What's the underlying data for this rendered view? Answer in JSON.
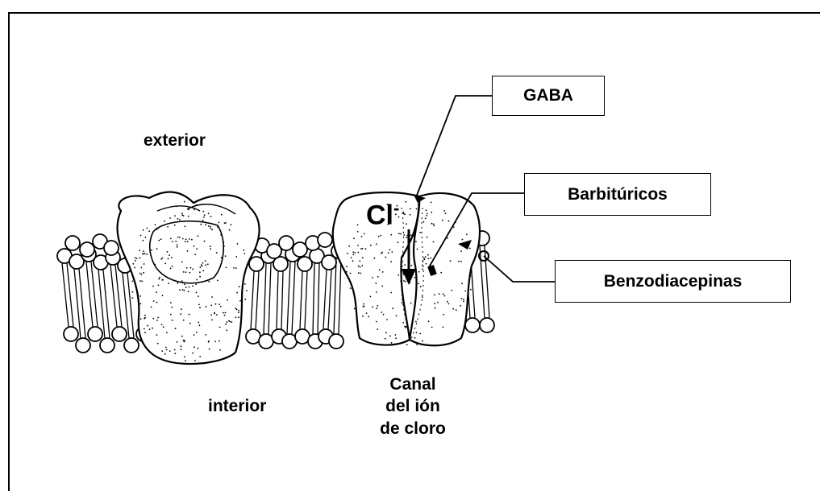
{
  "labels": {
    "exterior": "exterior",
    "interior": "interior",
    "channel_line1": "Canal",
    "channel_line2": "del ión",
    "channel_line3": "de cloro",
    "chloride": "Cl",
    "chloride_charge": "-"
  },
  "boxes": {
    "gaba": "GABA",
    "barbiturates": "Barbitúricos",
    "benzodiazepines": "Benzodiacepinas"
  },
  "colors": {
    "ink": "#000000",
    "background": "#ffffff"
  }
}
